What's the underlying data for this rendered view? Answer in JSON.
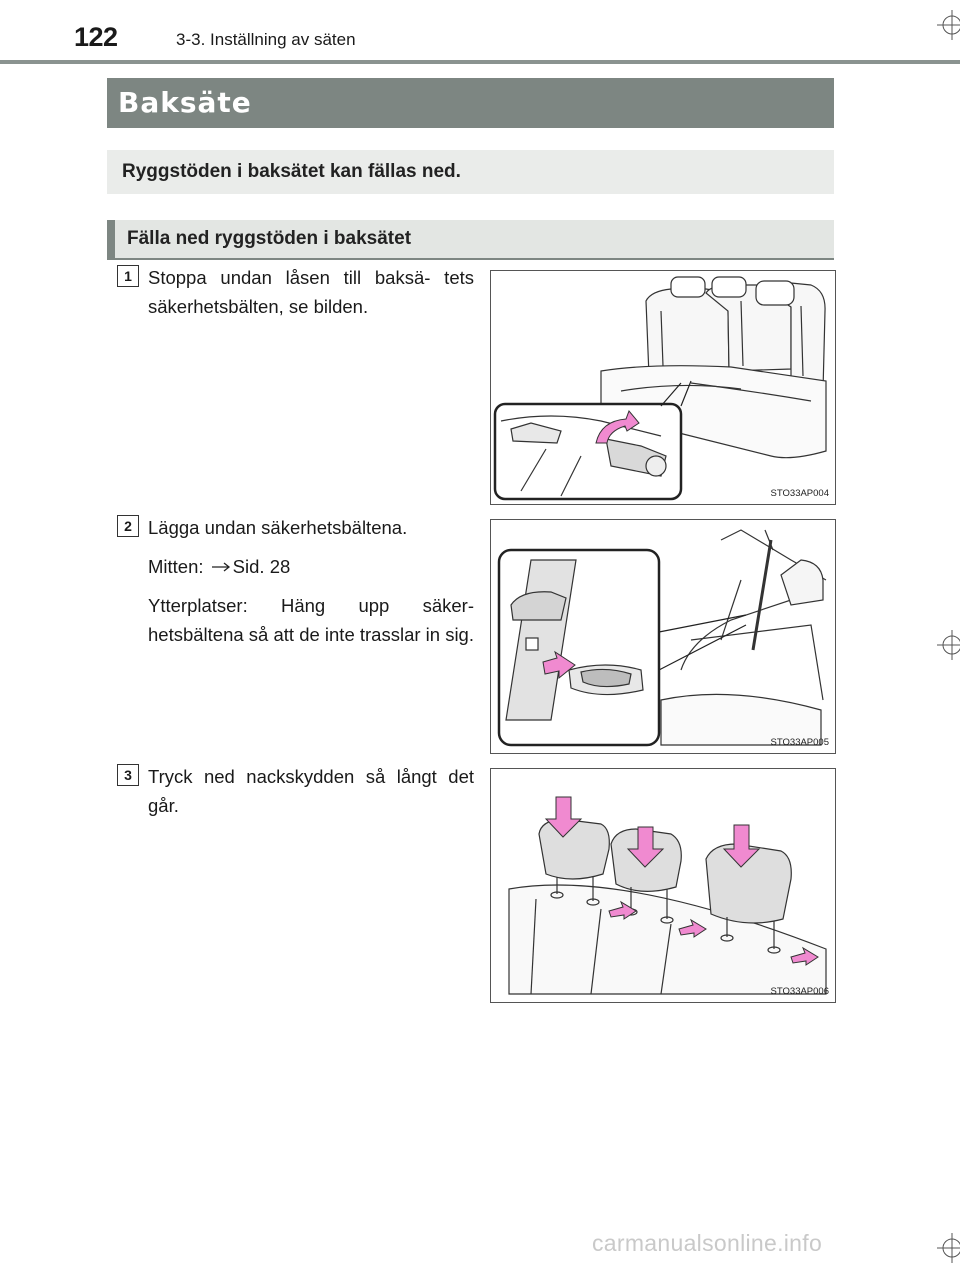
{
  "header": {
    "page_number": "122",
    "section": "3-3. Inställning av säten"
  },
  "title": "Baksäte",
  "intro": "Ryggstöden i baksätet kan fällas ned.",
  "subheading": "Fälla ned ryggstöden i baksätet",
  "steps": [
    {
      "number": "1",
      "paragraphs": [
        "Stoppa undan låsen till baksä- tets säkerhetsbälten, se bilden."
      ],
      "figure_label": "STO33AP004"
    },
    {
      "number": "2",
      "paragraphs": [
        "Lägga undan säkerhetsbältena."
      ],
      "xref_prefix": "Mitten:",
      "xref_target": "Sid. 28",
      "paragraph_extra": "Ytterplatser: Häng upp säker- hetsbältena så att de inte trasslar in sig.",
      "figure_label": "STO33AP005"
    },
    {
      "number": "3",
      "paragraphs": [
        "Tryck ned nackskydden så långt det går."
      ],
      "figure_label": "STO33AP006"
    }
  ],
  "footer": {
    "watermark": "carmanualsonline.info"
  },
  "colors": {
    "title_bar": "#7d8682",
    "intro_bg": "#eaecea",
    "arrow_pink": "#f08ad0"
  }
}
